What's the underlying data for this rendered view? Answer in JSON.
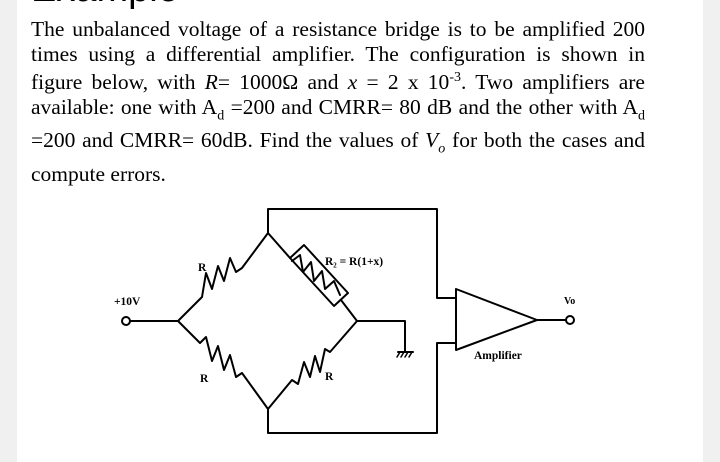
{
  "heading": "Example",
  "problem": {
    "p1": "The unbalanced voltage of a resistance bridge is to be amplified 200 times using a differential amplifier. The configuration is shown in figure below, with ",
    "r_sym": "R",
    "p2": "= 1000Ω and ",
    "x_sym": "x",
    "p3": " = 2 x 10",
    "exp": "-3",
    "p4": ". Two amplifiers are available: one with A",
    "sub_d1": "d",
    "p5": " =200 and CMRR= 80 dB and the other with A",
    "sub_d2": "d",
    "p6": " =200 and CMRR= 60dB. Find the values of ",
    "v_sym": "V",
    "v_sub": "o",
    "p7": " for both the cases and compute errors."
  },
  "diagram": {
    "supply_label": "+10V",
    "r_top_left": "R",
    "r2_label": "R₂ = R(1+x)",
    "r_bottom_left": "R",
    "r_bottom_right": "R",
    "amplifier_label": "Amplifier",
    "output_label": "Vo"
  }
}
